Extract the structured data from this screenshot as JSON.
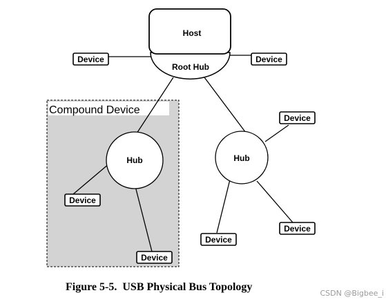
{
  "host": {
    "label": "Host",
    "root_hub_label": "Root Hub"
  },
  "compound": {
    "label": "Compound Device"
  },
  "hubs": {
    "left_label": "Hub",
    "right_label": "Hub"
  },
  "devices": {
    "root_left": "Device",
    "root_right": "Device",
    "left_hub_upper": "Device",
    "left_hub_lower": "Device",
    "right_hub_top": "Device",
    "right_hub_bottom_left": "Device",
    "right_hub_bottom_right": "Device"
  },
  "caption": "Figure 5-5.  USB Physical Bus Topology",
  "watermark": "CSDN @Bigbee_i"
}
